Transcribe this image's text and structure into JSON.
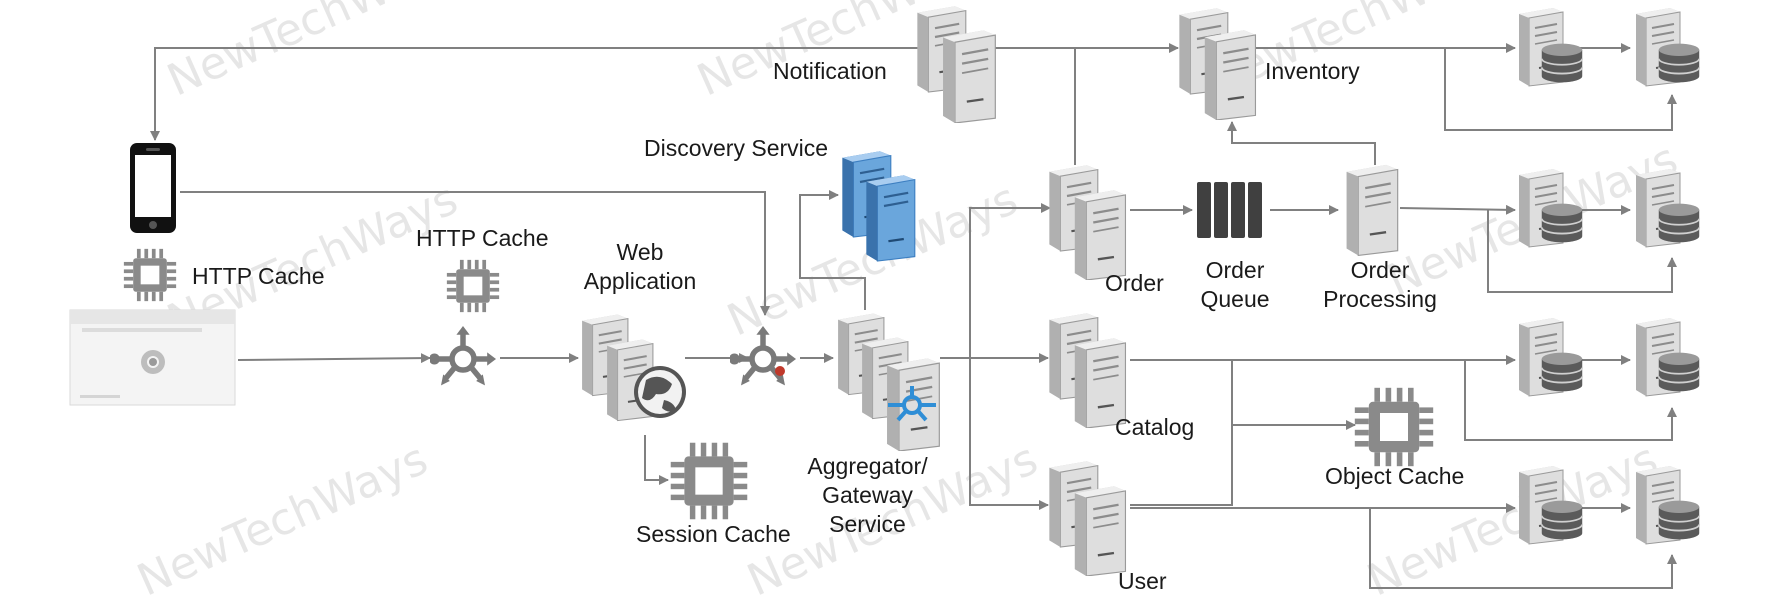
{
  "diagram": {
    "nodes": {
      "notification": "Notification",
      "inventory": "Inventory",
      "discovery": "Discovery Service",
      "http_cache_mobile": "HTTP Cache",
      "http_cache_proxy": "HTTP Cache",
      "web_app": "Web\nApplication",
      "order": "Order",
      "order_queue": "Order\nQueue",
      "order_processing": "Order\nProcessing",
      "catalog": "Catalog",
      "object_cache": "Object Cache",
      "session_cache": "Session Cache",
      "gateway": "Aggregator/\nGateway\nService",
      "user": "User"
    },
    "watermark": "NewTechWays",
    "colors": {
      "server": "#d9d9d9",
      "server_dark": "#8c8c8c",
      "discovery": "#5b9bd5",
      "icon_gray": "#808080",
      "line": "#808080",
      "queue": "#404040",
      "accent_blue": "#2f8ed6",
      "accent_red": "#c0392b"
    },
    "icons": [
      "server-icon",
      "database-icon",
      "chip-icon",
      "router-icon",
      "phone-icon",
      "browser-icon",
      "globe-icon",
      "queue-icon"
    ]
  }
}
